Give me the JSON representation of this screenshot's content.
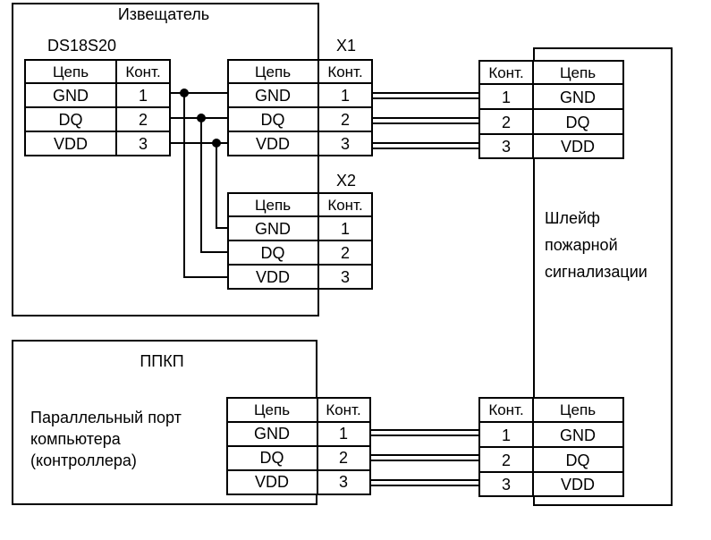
{
  "detector": {
    "title": "Извещатель",
    "sensor": {
      "name": "DS18S20",
      "header_signal": "Цепь",
      "header_pin": "Конт.",
      "rows": [
        {
          "signal": "GND",
          "pin": "1"
        },
        {
          "signal": "DQ",
          "pin": "2"
        },
        {
          "signal": "VDD",
          "pin": "3"
        }
      ]
    },
    "x1": {
      "name": "X1",
      "header_signal": "Цепь",
      "header_pin": "Конт.",
      "rows": [
        {
          "signal": "GND",
          "pin": "1"
        },
        {
          "signal": "DQ",
          "pin": "2"
        },
        {
          "signal": "VDD",
          "pin": "3"
        }
      ]
    },
    "x2": {
      "name": "X2",
      "header_signal": "Цепь",
      "header_pin": "Конт.",
      "rows": [
        {
          "signal": "GND",
          "pin": "1"
        },
        {
          "signal": "DQ",
          "pin": "2"
        },
        {
          "signal": "VDD",
          "pin": "3"
        }
      ]
    }
  },
  "loop": {
    "label_line1": "Шлейф",
    "label_line2": "пожарной",
    "label_line3": "сигнализации",
    "top_connector": {
      "header_pin": "Конт.",
      "header_signal": "Цепь",
      "rows": [
        {
          "pin": "1",
          "signal": "GND"
        },
        {
          "pin": "2",
          "signal": "DQ"
        },
        {
          "pin": "3",
          "signal": "VDD"
        }
      ]
    },
    "bottom_connector": {
      "header_pin": "Конт.",
      "header_signal": "Цепь",
      "rows": [
        {
          "pin": "1",
          "signal": "GND"
        },
        {
          "pin": "2",
          "signal": "DQ"
        },
        {
          "pin": "3",
          "signal": "VDD"
        }
      ]
    }
  },
  "controller": {
    "title": "ППКП",
    "desc_line1": "Параллельный порт",
    "desc_line2": "компьютера",
    "desc_line3": "(контроллера)",
    "connector": {
      "header_signal": "Цепь",
      "header_pin": "Конт.",
      "rows": [
        {
          "signal": "GND",
          "pin": "1"
        },
        {
          "signal": "DQ",
          "pin": "2"
        },
        {
          "signal": "VDD",
          "pin": "3"
        }
      ]
    }
  }
}
